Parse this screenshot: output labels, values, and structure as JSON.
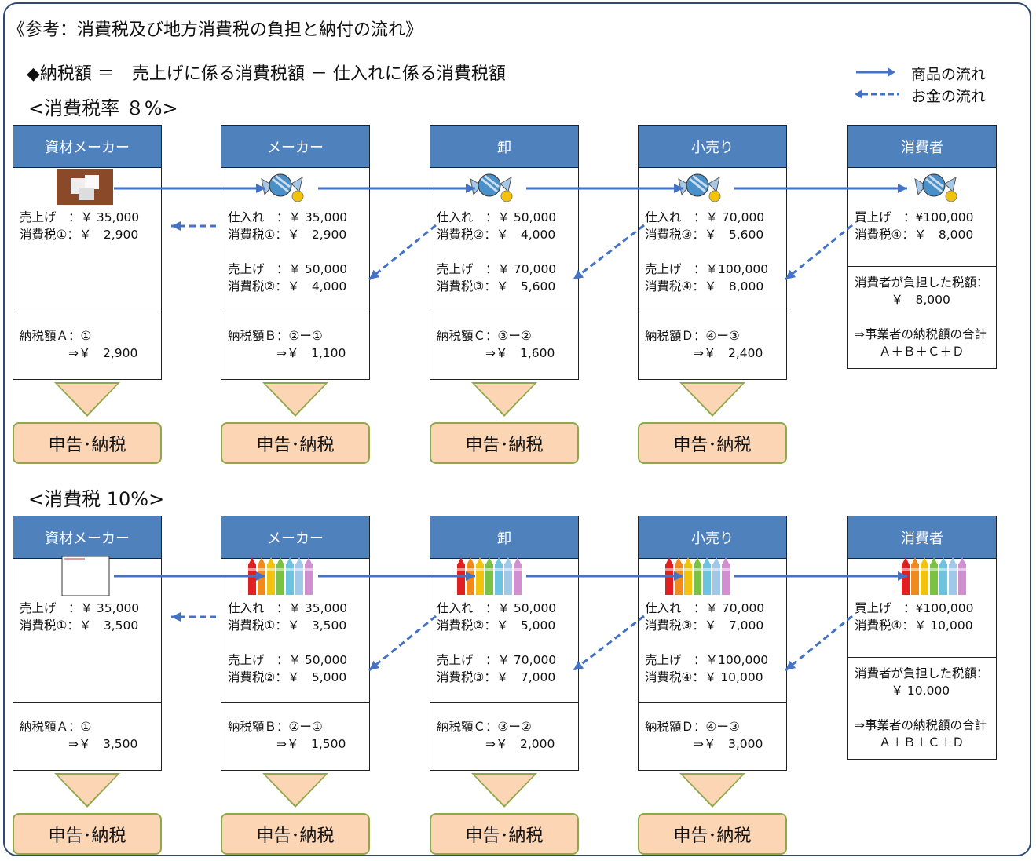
{
  "title": "《参考：消費税及び地方消費税の負担と納付の流れ》",
  "formula": "◆納税額 ＝　売上げに係る消費税額 － 仕入れに係る消費税額",
  "legend": {
    "goods": "商品の流れ",
    "money": "お金の流れ"
  },
  "colors": {
    "header": "#4f81bd",
    "arrow": "#4472c4",
    "report_fill": "#fcd5b5",
    "report_border": "#8ea84c"
  },
  "report_label": "申告･納税",
  "sections": [
    {
      "rate_label": "<消費税率 ８%>",
      "boxes": [
        {
          "header": "資材メーカー",
          "icon": "sugar-cube-icon",
          "lines1": [
            "売上げ　：￥ 35,000",
            "消費税①：￥　2,900"
          ],
          "lines2": [
            "納税額Ａ：①",
            "　　　　⇒￥　2,900"
          ]
        },
        {
          "header": "メーカー",
          "icon": "candy-icon",
          "lines1": [
            "仕入れ　：￥ 35,000",
            "消費税①：￥　2,900",
            "",
            "売上げ　：￥ 50,000",
            "消費税②：￥　4,000"
          ],
          "lines2": [
            "納税額Ｂ：②ー①",
            "　　　　⇒￥　1,100"
          ]
        },
        {
          "header": "卸",
          "icon": "candy-icon",
          "lines1": [
            "仕入れ　：￥ 50,000",
            "消費税②：￥　4,000",
            "",
            "売上げ　：￥ 70,000",
            "消費税③：￥　5,600"
          ],
          "lines2": [
            "納税額Ｃ：③ー②",
            "　　　　⇒￥　1,600"
          ]
        },
        {
          "header": "小売り",
          "icon": "candy-icon",
          "lines1": [
            "仕入れ　：￥ 70,000",
            "消費税③：￥　5,600",
            "",
            "売上げ　：￥100,000",
            "消費税④：￥　8,000"
          ],
          "lines2": [
            "納税額Ｄ：④ー③",
            "　　　　⇒￥　2,400"
          ]
        },
        {
          "header": "消費者",
          "icon": "candy-icon",
          "lines1": [
            "買上げ　：¥100,000",
            "消費税④：￥　8,000"
          ],
          "lines2": [
            "消費者が負担した税額：",
            "　　　￥　8,000",
            "",
            "⇒事業者の納税額の合計",
            "　　Ａ＋Ｂ＋Ｃ＋Ｄ"
          ]
        }
      ]
    },
    {
      "rate_label": "<消費税 10%>",
      "boxes": [
        {
          "header": "資材メーカー",
          "icon": "blank-image-icon",
          "lines1": [
            "売上げ　：￥ 35,000",
            "消費税①：￥　3,500"
          ],
          "lines2": [
            "納税額Ａ：①",
            "　　　　⇒￥　3,500"
          ]
        },
        {
          "header": "メーカー",
          "icon": "crayons-icon",
          "lines1": [
            "仕入れ　：￥ 35,000",
            "消費税①：￥　3,500",
            "",
            "売上げ　：￥ 50,000",
            "消費税②：￥　5,000"
          ],
          "lines2": [
            "納税額Ｂ：②ー①",
            "　　　　⇒￥　1,500"
          ]
        },
        {
          "header": "卸",
          "icon": "crayons-icon",
          "lines1": [
            "仕入れ　：￥ 50,000",
            "消費税②：￥　5,000",
            "",
            "売上げ　：￥ 70,000",
            "消費税③：￥　7,000"
          ],
          "lines2": [
            "納税額Ｃ：③ー②",
            "　　　　⇒￥　2,000"
          ]
        },
        {
          "header": "小売り",
          "icon": "crayons-icon",
          "lines1": [
            "仕入れ　：￥ 70,000",
            "消費税③：￥　7,000",
            "",
            "売上げ　：￥100,000",
            "消費税④：￥ 10,000"
          ],
          "lines2": [
            "納税額Ｄ：④ー③",
            "　　　　⇒￥　3,000"
          ]
        },
        {
          "header": "消費者",
          "icon": "crayons-icon",
          "lines1": [
            "買上げ　：¥100,000",
            "消費税④：￥ 10,000"
          ],
          "lines2": [
            "消費者が負担した税額：",
            "　　　￥ 10,000",
            "",
            "⇒事業者の納税額の合計",
            "　　Ａ＋Ｂ＋Ｃ＋Ｄ"
          ]
        }
      ]
    }
  ]
}
